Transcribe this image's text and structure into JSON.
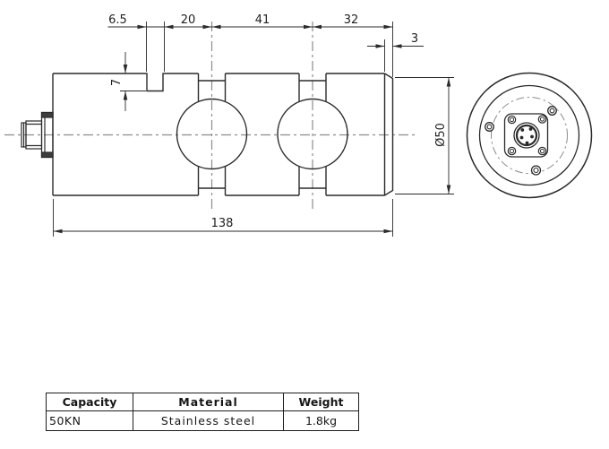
{
  "side_view": {
    "dim_notch_width": "6.5",
    "dim_notch_to_hole": "20",
    "dim_hole_spacing": "41",
    "dim_hole_to_end": "32",
    "dim_end_cap": "3",
    "dim_notch_depth": "7",
    "dim_overall_length": "138",
    "dim_diameter": "Ø50"
  },
  "spec_table": {
    "headers": [
      "Capacity",
      "Material",
      "Weight"
    ],
    "rows": [
      [
        "50KN",
        "Stainless steel",
        "1.8kg"
      ]
    ]
  },
  "colors": {
    "line": "#2a2a2a",
    "centerline": "#8c8c8c",
    "text": "#1f1f1f"
  }
}
